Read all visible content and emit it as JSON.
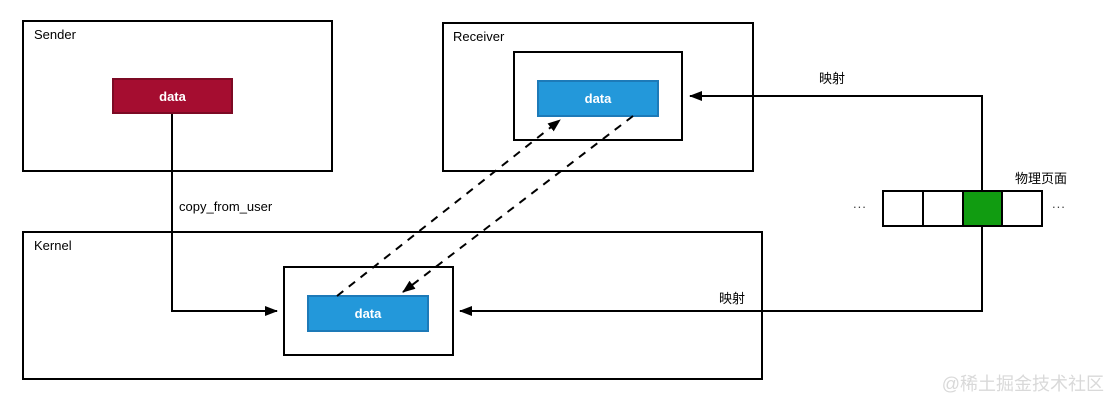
{
  "diagram": {
    "sender": {
      "label": "Sender",
      "data_label": "data"
    },
    "receiver": {
      "label": "Receiver",
      "data_label": "data"
    },
    "kernel": {
      "label": "Kernel",
      "data_label": "data"
    },
    "physical_pages": {
      "title": "物理页面",
      "ellipsis_left": "...",
      "ellipsis_right": "...",
      "cell_count": 4,
      "mapped_cell_index": 2
    },
    "edges": {
      "copy_label": "copy_from_user",
      "map_label_top": "映射",
      "map_label_bottom": "映射"
    },
    "watermark": "@稀土掘金技术社区",
    "colors": {
      "sender_data_fill": "#a50d30",
      "shared_data_fill": "#2398da",
      "shared_data_border": "#1d7ab8",
      "mapped_page_fill": "#119c11",
      "line": "#000000",
      "watermark": "#d9d9d9"
    }
  }
}
